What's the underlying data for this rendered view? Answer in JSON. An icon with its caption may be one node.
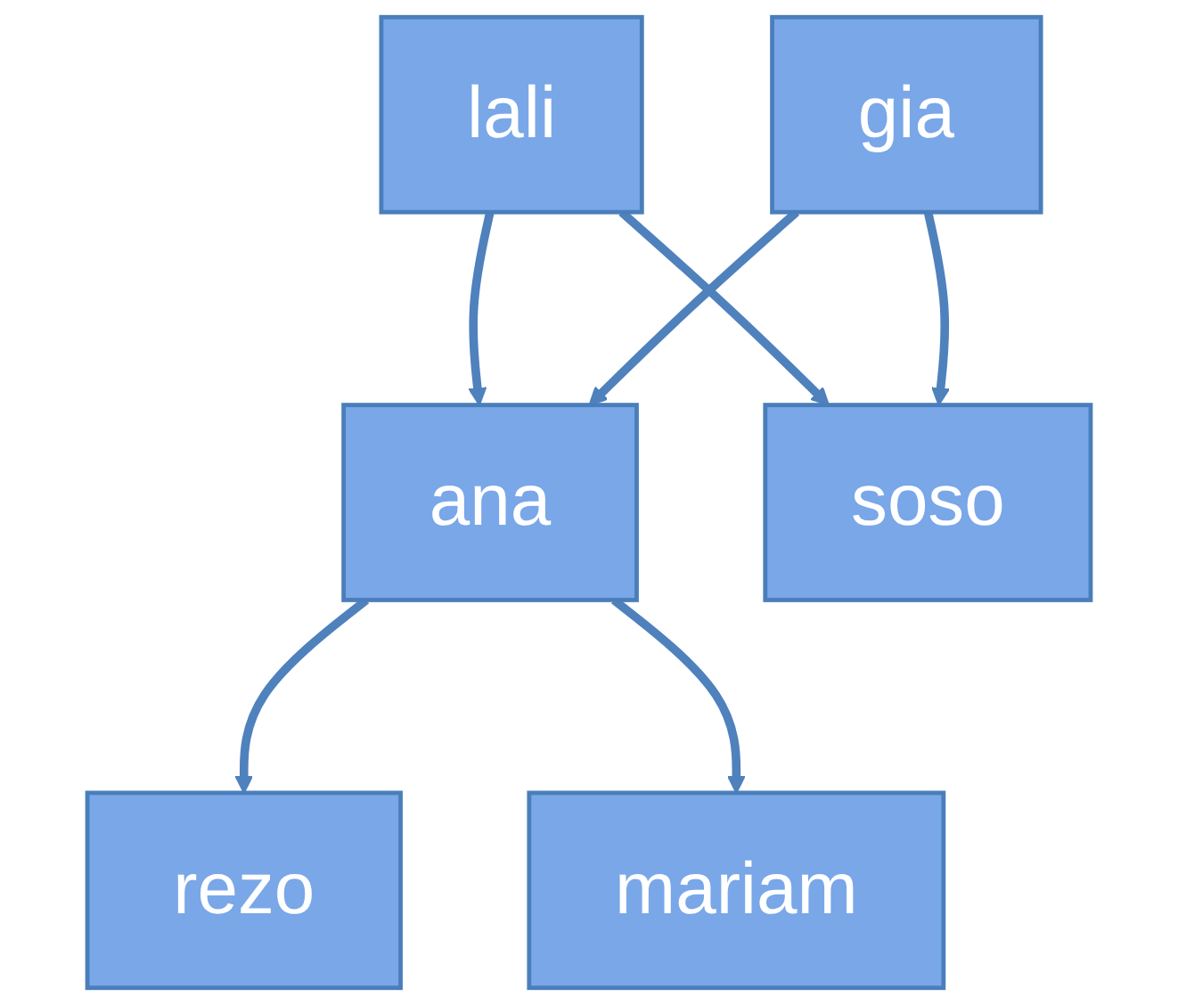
{
  "diagram": {
    "nodes": [
      {
        "text": [
          "lali"
        ]
      },
      {
        "text": [
          "gia"
        ]
      },
      {
        "text": [
          "ana"
        ]
      },
      {
        "text": [
          "soso"
        ]
      },
      {
        "text": [
          "rezo"
        ]
      },
      {
        "text": [
          "mariam"
        ]
      }
    ],
    "edges": [
      {
        "from": 0,
        "to": 2,
        "arrow": "to"
      },
      {
        "from": 0,
        "to": 3,
        "arrow": "to"
      },
      {
        "from": 1,
        "to": 2,
        "arrow": "to"
      },
      {
        "from": 1,
        "to": 3,
        "arrow": "to"
      },
      {
        "from": 2,
        "to": 4,
        "arrow": "to"
      },
      {
        "from": 2,
        "to": 5,
        "arrow": "to"
      }
    ]
  }
}
